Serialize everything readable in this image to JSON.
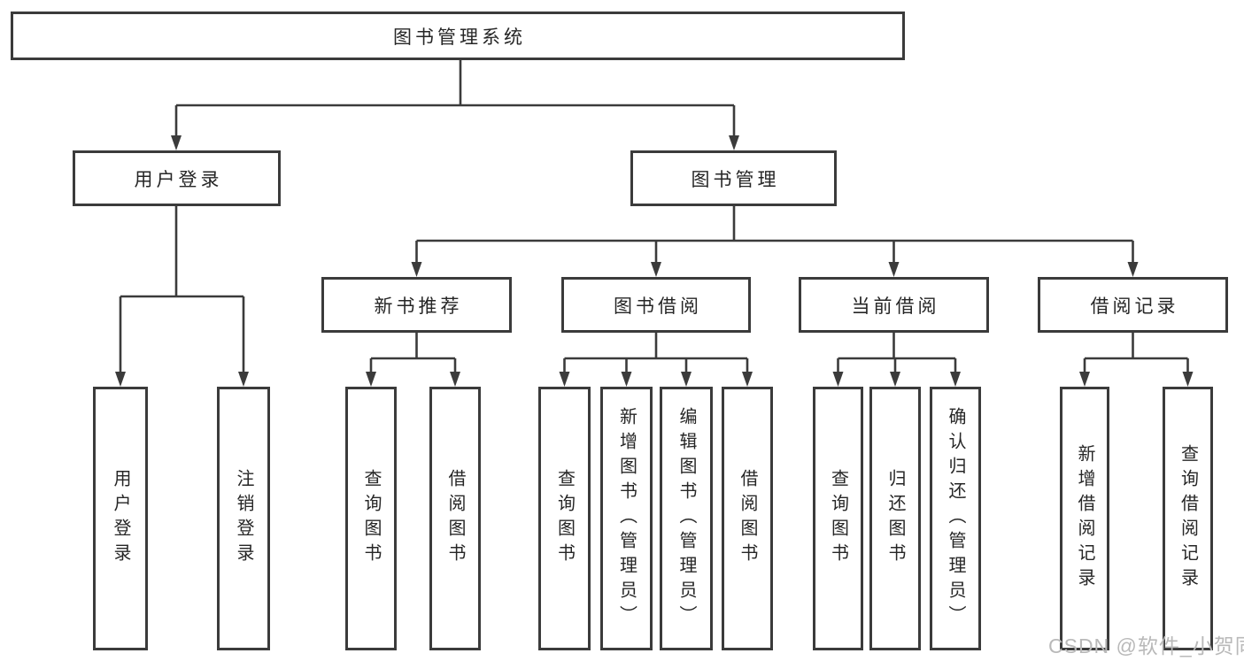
{
  "colors": {
    "line": "#3b3b3b",
    "text": "#262626",
    "watermark_text": "#b9b9b9",
    "background": "#ffffff"
  },
  "watermark": "CSDN @软件_小贺同学",
  "tree": {
    "root": "图书管理系统",
    "branches": [
      {
        "label": "用户登录",
        "children": [
          "用户登录",
          "注销登录"
        ]
      },
      {
        "label": "图书管理",
        "groups": [
          {
            "label": "新书推荐",
            "children": [
              "查询图书",
              "借阅图书"
            ]
          },
          {
            "label": "图书借阅",
            "children": [
              "查询图书",
              "新增图书（管理员）",
              "编辑图书（管理员）",
              "借阅图书"
            ]
          },
          {
            "label": "当前借阅",
            "children": [
              "查询图书",
              "归还图书",
              "确认归还（管理员）"
            ]
          },
          {
            "label": "借阅记录",
            "children": [
              "新增借阅记录",
              "查询借阅记录"
            ]
          }
        ]
      }
    ]
  }
}
